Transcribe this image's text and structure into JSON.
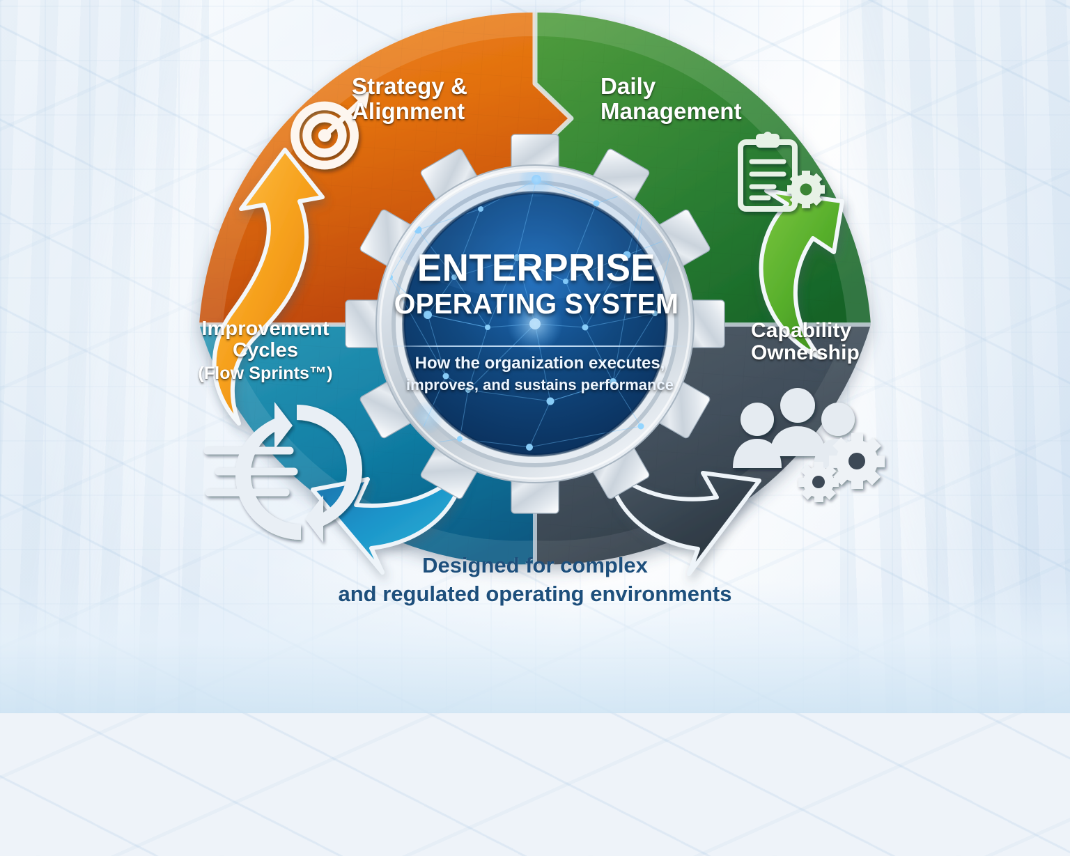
{
  "diagram": {
    "title": "Enterprise Operating System",
    "hub": {
      "line1": "ENTERPRISE",
      "line2": "OPERATING SYSTEM",
      "tagline_line1": "How the organization executes,",
      "tagline_line2": "improves, and sustains performance"
    },
    "caption_line1": "Designed for complex",
    "caption_line2": "and regulated operating environments",
    "quadrants": [
      {
        "id": "strategy-alignment",
        "label_line1": "Strategy &",
        "label_line2": "Alignment",
        "icon": "target-bullseye-icon",
        "color": "#E2700F",
        "color_dark": "#C34E0C",
        "position": "top-left"
      },
      {
        "id": "daily-management",
        "label_line1": "Daily",
        "label_line2": "Management",
        "icon": "clipboard-gear-icon",
        "color": "#3E8E36",
        "color_dark": "#186B2C",
        "position": "top-right"
      },
      {
        "id": "capability-ownership",
        "label_line1": "Capability",
        "label_line2": "Ownership",
        "icon": "people-gears-icon",
        "color": "#46535F",
        "color_dark": "#2E3A45",
        "position": "bottom-right"
      },
      {
        "id": "improvement-cycles",
        "label_line1": "Improvement",
        "label_line2": "Cycles",
        "label_line3": "(Flow Sprints™)",
        "icon": "cycle-arrows-speed-icon",
        "color": "#1C85A8",
        "color_dark": "#0E5F86",
        "position": "bottom-left"
      }
    ],
    "flow_arrows": [
      {
        "id": "arrow-improvement-to-strategy",
        "color": "#F5A623",
        "direction": "up",
        "from": "improvement-cycles",
        "to": "strategy-alignment"
      },
      {
        "id": "arrow-daily-to-capability",
        "color": "#5EB22E",
        "direction": "down-right",
        "from": "daily-management",
        "to": "capability-ownership"
      },
      {
        "id": "arrow-capability-to-improvement",
        "color": "#3A4652",
        "direction": "up-right",
        "from": "capability-ownership",
        "to": "daily-management"
      },
      {
        "id": "arrow-bottom-left-return",
        "color": "#1E8FC4",
        "direction": "up-left",
        "from": "capability-ownership",
        "to": "improvement-cycles"
      }
    ],
    "colors": {
      "orange": "#E2700F",
      "green": "#3E8E36",
      "slate": "#46535F",
      "teal": "#1C85A8",
      "hub_blue": "#0E3E77",
      "gear_silver": "#D4DCE4",
      "caption_navy": "#1D4F7C",
      "background": "#EEF3F9"
    }
  }
}
